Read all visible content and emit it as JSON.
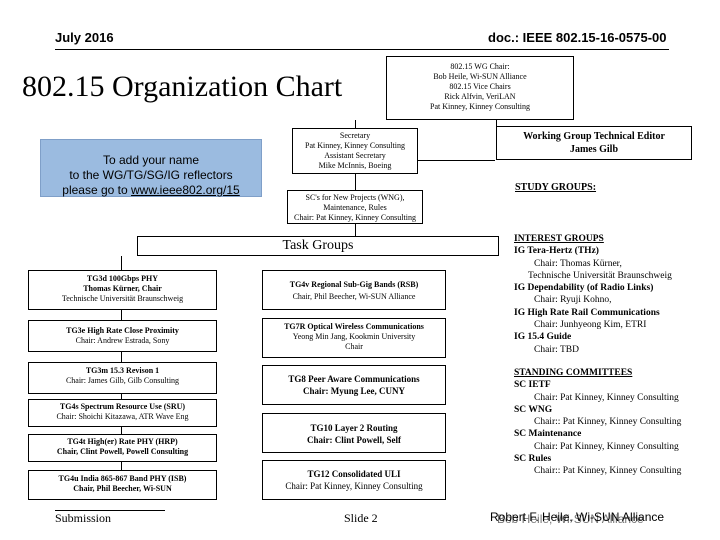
{
  "header": {
    "date": "July 2016",
    "doc": "doc.: IEEE 802.15-16-0575-00"
  },
  "title": "802.15 Organization Chart",
  "chairs": [
    "802.15 WG Chair:",
    "Bob Heile, Wi-SUN Alliance",
    "802.15 Vice Chairs",
    "Rick Alfvin, VeriLAN",
    "Pat Kinney, Kinney Consulting"
  ],
  "notice": {
    "line1": "To add your name",
    "line2": "to the WG/TG/SG/IG reflectors",
    "prefix": "please go to ",
    "link": "www.ieee802.org/15"
  },
  "secretary": [
    "Secretary",
    "Pat Kinney, Kinney Consulting",
    "Assistant Secretary",
    "Mike McInnis, Boeing"
  ],
  "scs": [
    "SC's for New Projects (WNG),",
    "Maintenance, Rules",
    "Chair: Pat Kinney, Kinney Consulting"
  ],
  "tech_editor": {
    "title": "Working Group Technical Editor",
    "name": "James Gilb"
  },
  "task_groups_label": "Task Groups",
  "left_tgs": [
    {
      "title": "TG3d 100Gbps PHY",
      "line2": "Thomas Kürner, Chair",
      "line3": "Technische Universität Braunschweig"
    },
    {
      "title": "TG3e High Rate Close Proximity",
      "line2": "Chair: Andrew Estrada, Sony"
    },
    {
      "title": "TG3m 15.3 Revison 1",
      "line2": "Chair: James Gilb, Gilb Consulting"
    },
    {
      "title": "TG4s Spectrum Resource Use (SRU)",
      "line2": "Chair: Shoichi Kitazawa, ATR Wave Eng"
    },
    {
      "title": "TG4t High(er) Rate PHY (HRP)",
      "line2": "Chair, Clint Powell, Powell Consulting"
    },
    {
      "title": "TG4u India 865-867 Band PHY (ISB)",
      "line2": "Chair, Phil Beecher, Wi-SUN"
    }
  ],
  "mid_tgs": [
    {
      "title": "TG4v Regional Sub-Gig Bands (RSB)",
      "line2": "Chair, Phil Beecher, Wi-SUN Alliance"
    },
    {
      "title": "TG7R Optical Wireless Communications",
      "line2": "Yeong Min Jang, Kookmin University",
      "line3": "Chair"
    },
    {
      "title": "TG8 Peer Aware Communications",
      "line2": "Chair: Myung Lee, CUNY"
    },
    {
      "title": "TG10 Layer 2 Routing",
      "line2": "Chair: Clint Powell, Self"
    },
    {
      "title": "TG12 Consolidated ULI",
      "line2": "Chair: Pat Kinney, Kinney Consulting"
    }
  ],
  "study_groups_label": "STUDY GROUPS:",
  "interest_groups": {
    "label": "INTEREST GROUPS",
    "lines": [
      {
        "text": "IG Tera-Hertz (THz)",
        "bold": true
      },
      {
        "text": "Chair: Thomas Kürner,",
        "bold": false
      },
      {
        "text": "Technische Universität Braunschweig",
        "bold": false
      },
      {
        "text": "IG Dependability (of Radio Links)",
        "bold": true
      },
      {
        "text": "Chair: Ryuji Kohno,",
        "bold": false
      },
      {
        "text": "IG High Rate Rail Communications",
        "bold": true
      },
      {
        "text": "Chair: Junhyeong Kim, ETRI",
        "bold": false
      },
      {
        "text": "IG 15.4 Guide",
        "bold": true
      },
      {
        "text": "Chair: TBD",
        "bold": false
      }
    ]
  },
  "standing_committees": {
    "label": "STANDING COMMITTEES",
    "lines": [
      {
        "text": "SC IETF",
        "bold": true
      },
      {
        "text": "Chair: Pat Kinney, Kinney Consulting",
        "bold": false
      },
      {
        "text": "SC WNG",
        "bold": true
      },
      {
        "text": "Chair:: Pat Kinney, Kinney Consulting",
        "bold": false
      },
      {
        "text": "SC Maintenance",
        "bold": true
      },
      {
        "text": "Chair: Pat Kinney, Kinney Consulting",
        "bold": false
      },
      {
        "text": "SC Rules",
        "bold": true
      },
      {
        "text": "Chair:: Pat Kinney, Kinney Consulting",
        "bold": false
      }
    ]
  },
  "footer": {
    "left": "Submission",
    "center": "Slide 2",
    "right": "Robert F. Heile, Wi-SUN Alliance",
    "overlap": "Bob Heile, Wi-SUN Alliance"
  }
}
